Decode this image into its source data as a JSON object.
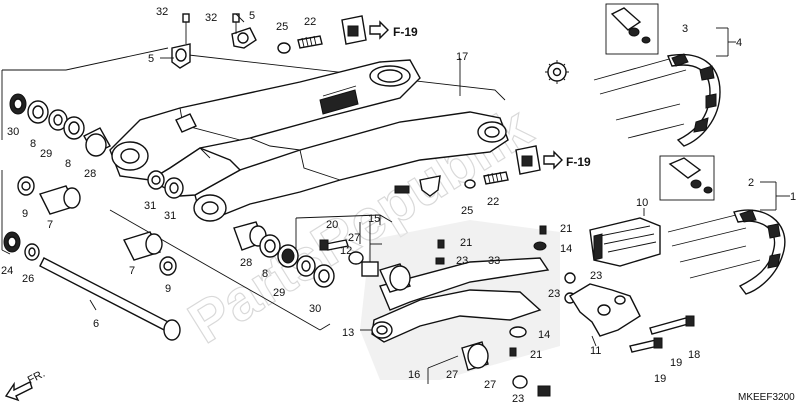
{
  "labels": {
    "l1": "1",
    "l2": "2",
    "l3": "3",
    "l4": "4",
    "l5a": "5",
    "l5b": "5",
    "l6": "6",
    "l7a": "7",
    "l7b": "7",
    "l8a": "8",
    "l8b": "8",
    "l8c": "8",
    "l9a": "9",
    "l9b": "9",
    "l10": "10",
    "l11": "11",
    "l12": "12",
    "l13": "13",
    "l14a": "14",
    "l14b": "14",
    "l15": "15",
    "l16": "16",
    "l17": "17",
    "l18": "18",
    "l19a": "19",
    "l19b": "19",
    "l20": "20",
    "l21a": "21",
    "l21b": "21",
    "l21c": "21",
    "l22a": "22",
    "l22b": "22",
    "l23a": "23",
    "l23b": "23",
    "l23c": "23",
    "l23d": "23",
    "l24": "24",
    "l25a": "25",
    "l25b": "25",
    "l26": "26",
    "l27a": "27",
    "l27b": "27",
    "l27c": "27",
    "l28a": "28",
    "l28b": "28",
    "l29a": "29",
    "l29b": "29",
    "l30a": "30",
    "l30b": "30",
    "l31a": "31",
    "l31b": "31",
    "l32a": "32",
    "l32b": "32",
    "l33": "33"
  },
  "references": {
    "f19_top": "F-19",
    "f19_mid": "F-19"
  },
  "direction": "FR.",
  "diagram_code": "MKEEF3200",
  "watermark": "PartsRepublik"
}
